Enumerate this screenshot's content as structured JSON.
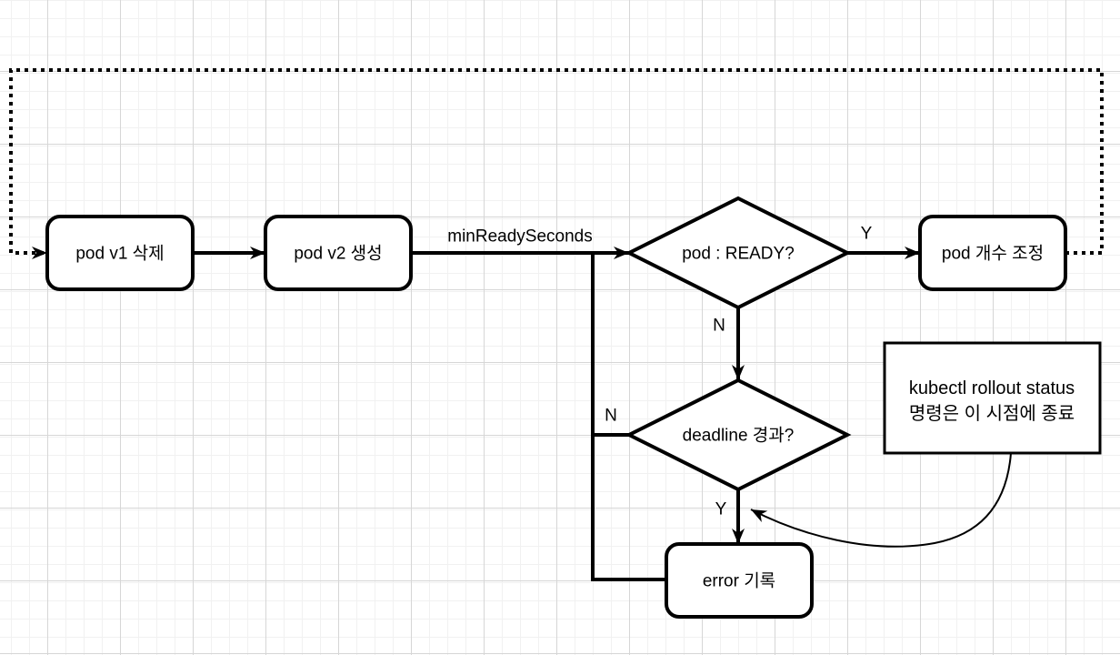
{
  "diagram": {
    "nodes": {
      "pod_v1_delete": "pod v1 삭제",
      "pod_v2_create": "pod v2 생성",
      "pod_ready_decision": "pod : READY?",
      "pod_count_adjust": "pod 개수 조정",
      "deadline_decision": "deadline 경과?",
      "error_record": "error 기록"
    },
    "edge_labels": {
      "min_ready_seconds": "minReadySeconds",
      "ready_yes": "Y",
      "ready_no": "N",
      "deadline_no": "N",
      "deadline_yes": "Y"
    },
    "note": {
      "line1": "kubectl rollout status",
      "line2": "명령은 이 시점에 종료"
    },
    "colors": {
      "stroke": "#000000",
      "shape_fill": "#ffffff",
      "grid_minor": "#f1f1f1",
      "grid_major": "#d6d6d6",
      "background": "#ffffff"
    }
  }
}
